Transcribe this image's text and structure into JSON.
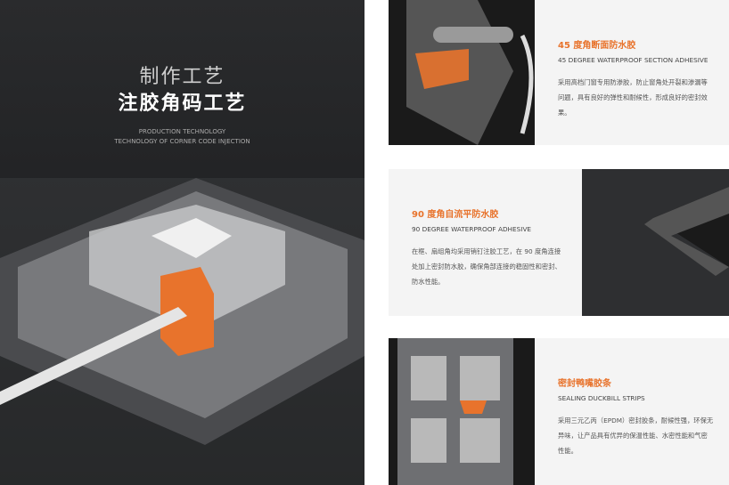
{
  "left": {
    "title_light": "制作工艺",
    "title_bold": "注胶角码工艺",
    "sub1": "PRODUCTION TECHNOLOGY",
    "sub2": "TECHNOLOGY OF CORNER CODE INJECTION"
  },
  "cards": [
    {
      "heading": "45 度角断面防水胶",
      "english": "45 DEGREE WATERPROOF SECTION ADHESIVE",
      "body": "采用高档门窗专用防渗胶，防止窗角处开裂和渗漏等问题，具有良好的弹性和耐候性，形成良好的密封效果。"
    },
    {
      "heading": "90 度角自流平防水胶",
      "english": "90 DEGREE WATERPROOF ADHESIVE",
      "body": "在框、扇组角均采用销钉注胶工艺，在 90 度角连接处加上密封防水胶，确保角部连接的稳固性和密封、防水性能。"
    },
    {
      "heading": "密封鸭嘴胶条",
      "english": "SEALING DUCKBILL STRIPS",
      "body": "采用三元乙丙（EPDM）密封胶条，耐候性强，环保无异味，让产品具有优异的保温性能、水密性能和气密性能。"
    }
  ],
  "colors": {
    "accent": "#e8732c"
  }
}
